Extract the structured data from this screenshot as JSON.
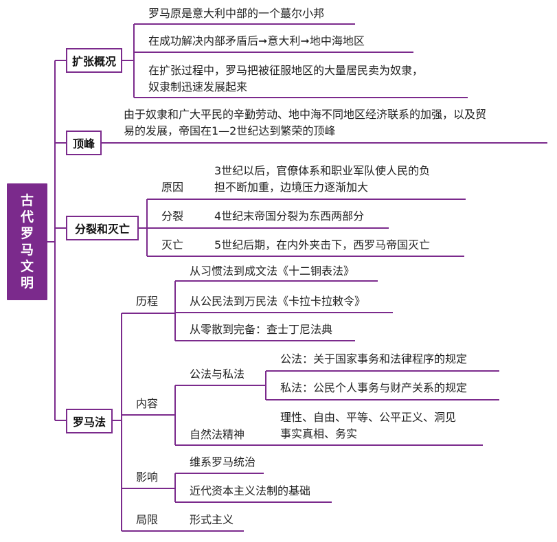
{
  "root": {
    "chars": [
      "古",
      "代",
      "罗",
      "马",
      "文",
      "明"
    ]
  },
  "branches": {
    "expansion": {
      "title": "扩张概况",
      "items": [
        "罗马原是意大利中部的一个蕞尔小邦",
        "在成功解决内部矛盾后➞意大利➞地中海地区",
        "在扩张过程中，罗马把被征服地区的大量居民卖为奴隶，",
        "奴隶制迅速发展起来"
      ]
    },
    "peak": {
      "title": "顶峰",
      "text": [
        "由于奴隶和广大平民的辛勤劳动、地中海不同地区经济联系的加强，以及贸",
        "易的发展，帝国在1—2世纪达到繁荣的顶峰"
      ]
    },
    "split": {
      "title": "分裂和灭亡",
      "cause_label": "原因",
      "cause_text": [
        "3世纪以后，官僚体系和职业军队使人民的负",
        "担不断加重，边境压力逐渐加大"
      ],
      "split_label": "分裂",
      "split_text": "4世纪末帝国分裂为东西两部分",
      "fall_label": "灭亡",
      "fall_text": "5世纪后期，在内外夹击下，西罗马帝国灭亡"
    },
    "law": {
      "title": "罗马法",
      "process_label": "历程",
      "process_items": [
        "从习惯法到成文法《十二铜表法》",
        "从公民法到万民法《卡拉卡拉敕令》",
        "从零散到完备：查士丁尼法典"
      ],
      "content_label": "内容",
      "public_private_label": "公法与私法",
      "public_law": "公法：关于国家事务和法律程序的规定",
      "private_law": "私法：公民个人事务与财产关系的规定",
      "natural_law_label": "自然法精神",
      "natural_law_text": [
        "理性、自由、平等、公平正义、洞见",
        "事实真相、务实"
      ],
      "influence_label": "影响",
      "influence_items": [
        "维系罗马统治",
        "近代资本主义法制的基础"
      ],
      "limit_label": "局限",
      "limit_text": "形式主义"
    }
  },
  "colors": {
    "accent": "#7b2a8c"
  }
}
